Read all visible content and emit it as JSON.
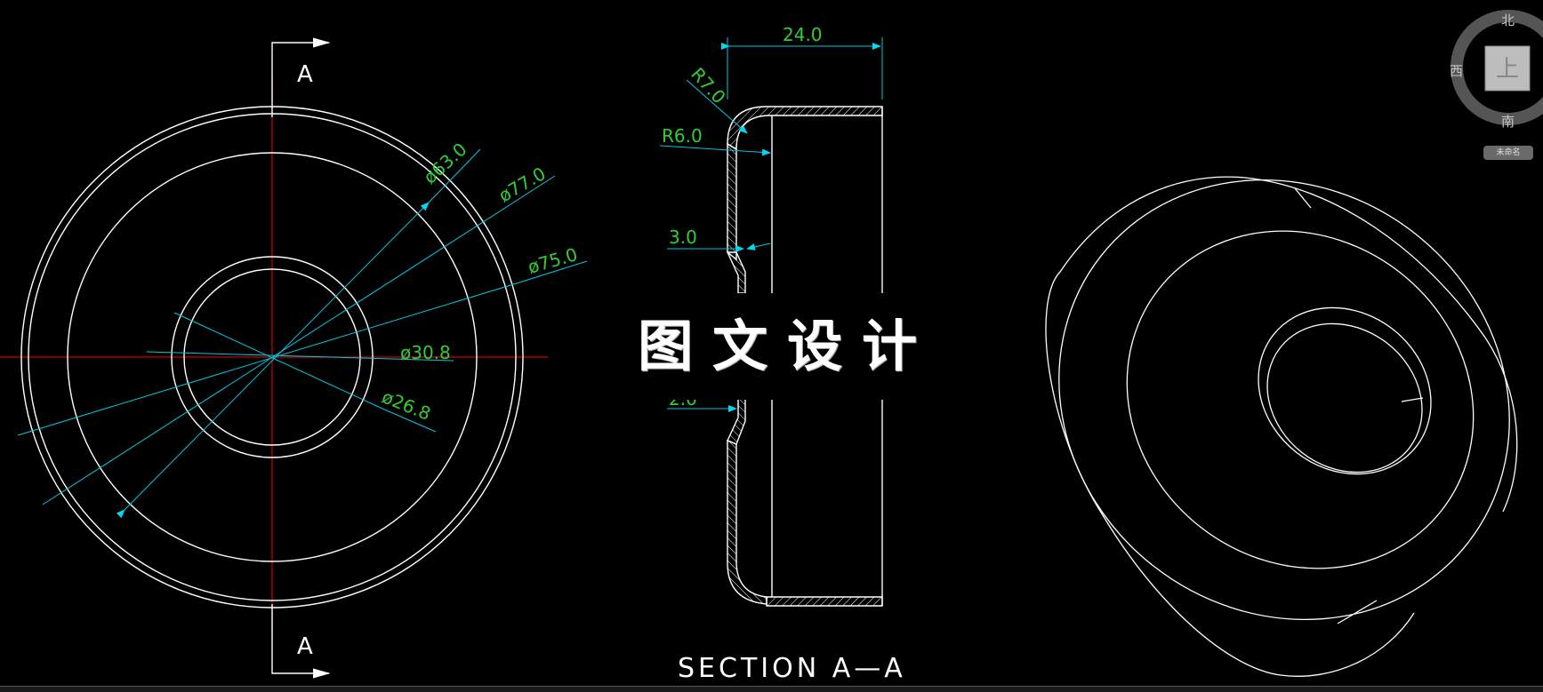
{
  "drawing": {
    "section_marker_top": "A",
    "section_marker_bottom": "A",
    "section_title": "SECTION  A—A",
    "watermark": "图文设计",
    "front_view_dimensions": [
      "ø63.0",
      "ø77.0",
      "ø75.0",
      "ø30.8",
      "ø26.8"
    ],
    "section_view_dimensions": {
      "width": "24.0",
      "outer_radius": "R7.0",
      "inner_radius": "R6.0",
      "upper_step": "3.0",
      "lower_step": "2.0"
    }
  },
  "viewcube": {
    "north": "北",
    "south": "南",
    "west": "西",
    "face": "上",
    "wcs_button": "未命名"
  },
  "colors": {
    "background": "#000000",
    "geometry": "#ffffff",
    "centerline": "#cc0000",
    "dimension_line": "#00c8e0",
    "dimension_text": "#33cc33"
  }
}
